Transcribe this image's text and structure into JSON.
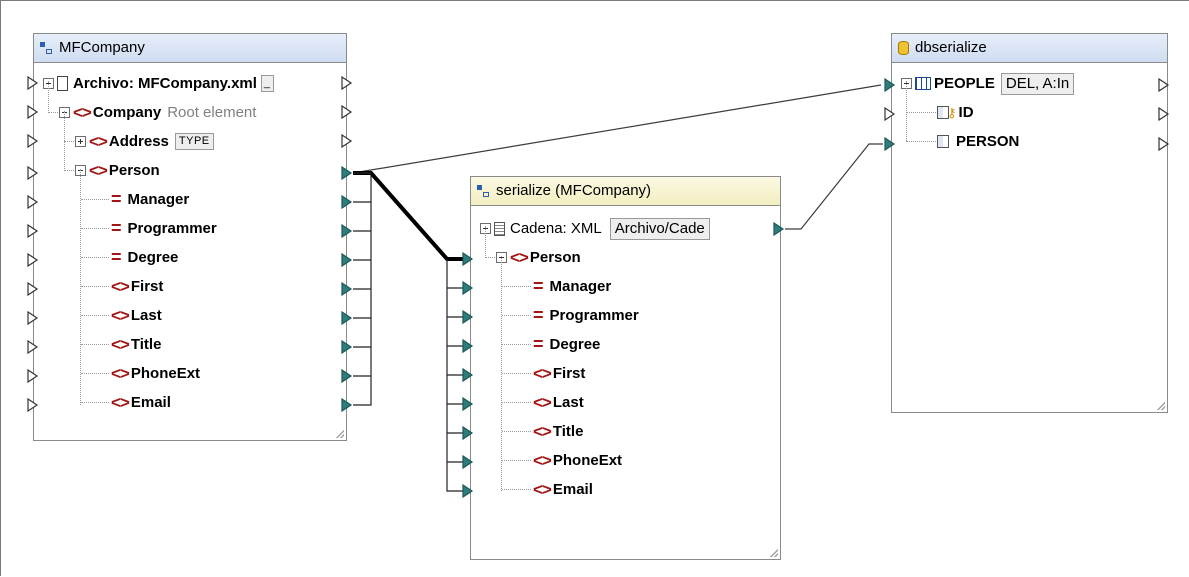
{
  "mfcompany": {
    "title": "MFCompany",
    "file_label": "Archivo: MFCompany.xml",
    "file_tag": "_",
    "company_label": "Company",
    "company_note": "Root element",
    "address_label": "Address",
    "address_tag": "TYPE",
    "person_label": "Person",
    "children": [
      "Manager",
      "Programmer",
      "Degree",
      "First",
      "Last",
      "Title",
      "PhoneExt",
      "Email"
    ]
  },
  "serialize": {
    "title": "serialize (MFCompany)",
    "string_label": "Cadena: XML",
    "string_tag": "Archivo/Cade",
    "person_label": "Person",
    "children": [
      "Manager",
      "Programmer",
      "Degree",
      "First",
      "Last",
      "Title",
      "PhoneExt",
      "Email"
    ]
  },
  "dbserialize": {
    "title": "dbserialize",
    "table_label": "PEOPLE",
    "table_tag": "DEL, A:In",
    "col_id": "ID",
    "col_person": "PERSON"
  },
  "colors": {
    "connector": "#2e7d7d",
    "element_icon": "#a31515",
    "header_blue": "#cfdcf1",
    "header_yellow": "#f2eec1"
  }
}
